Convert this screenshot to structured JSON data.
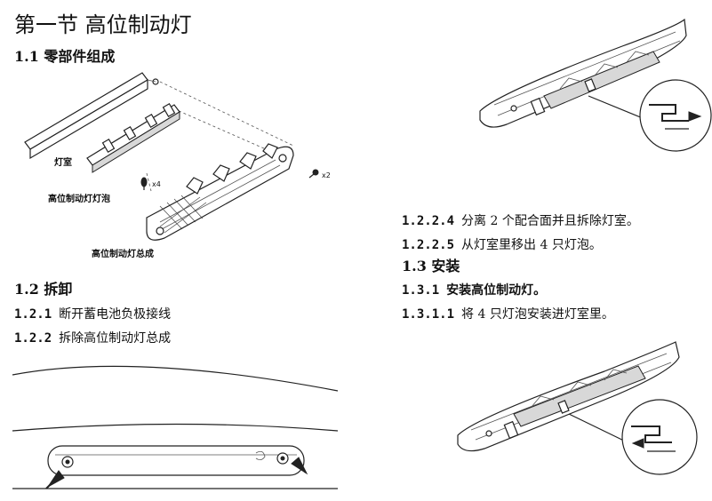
{
  "heading": "第一节 高位制动灯",
  "sec_1_1": {
    "num": "1.1",
    "title": "零部件组成"
  },
  "parts": {
    "lamp_housing": "灯室",
    "bulb": "高位制动灯灯泡",
    "assembly": "高位制动灯总成",
    "qty_bulb": "x4",
    "qty_screw": "x2"
  },
  "sec_1_2": {
    "num": "1.2",
    "title": "拆卸",
    "steps": [
      {
        "num": "1.2.1",
        "text": "断开蓄电池负极接线"
      },
      {
        "num": "1.2.2",
        "text": "拆除高位制动灯总成"
      }
    ]
  },
  "right_steps": [
    {
      "num": "1.2.2.4",
      "text": "分离 2 个配合面并且拆除灯室。"
    },
    {
      "num": "1.2.2.5",
      "text": "从灯室里移出 4 只灯泡。"
    }
  ],
  "sec_1_3": {
    "num": "1.3",
    "title": "安装"
  },
  "sec_1_3_1": {
    "num": "1.3.1",
    "title": "安装高位制动灯。"
  },
  "step_1_3_1_1": {
    "num": "1.3.1.1",
    "text": "将 4 只灯泡安装进灯室里。"
  }
}
